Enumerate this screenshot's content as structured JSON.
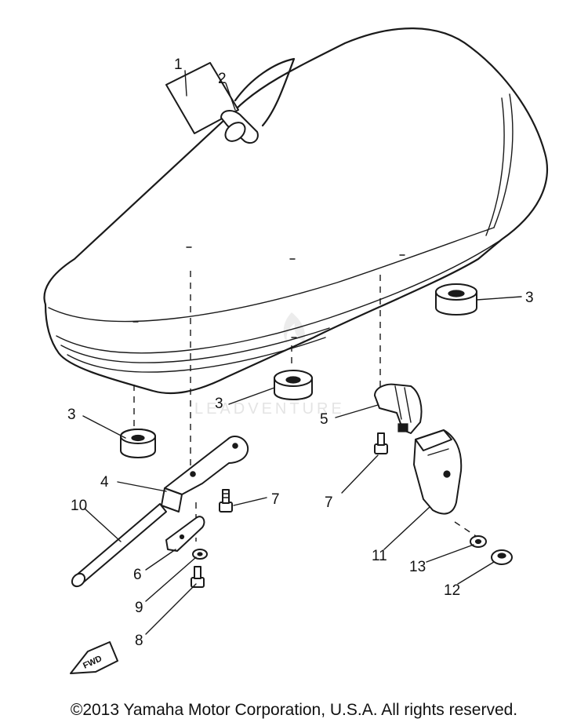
{
  "callouts": {
    "c1": "1",
    "c2": "2",
    "c3a": "3",
    "c3b": "3",
    "c3c": "3",
    "c4": "4",
    "c5": "5",
    "c6": "6",
    "c7a": "7",
    "c7b": "7",
    "c8": "8",
    "c9": "9",
    "c10": "10",
    "c11": "11",
    "c12": "12",
    "c13": "13"
  },
  "watermark": "LEADVENTURE",
  "fwd_label": "FWD",
  "copyright": "©2013 Yamaha Motor Corporation, U.S.A. All rights reserved."
}
